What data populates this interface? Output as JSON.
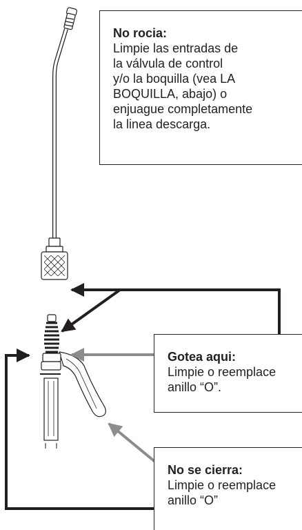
{
  "callouts": {
    "no_rocia": {
      "heading": "No rocia:",
      "lines": [
        "Limpie las entradas de",
        "la válvula de control",
        "y/o la boquilla (vea LA",
        "BOQUILLA, abajo) o",
        "enjuague completamente",
        "la linea descarga."
      ]
    },
    "gotea": {
      "heading": "Gotea aqui:",
      "lines": [
        "Limpie o reemplace",
        "anillo “O”."
      ]
    },
    "no_cierra": {
      "heading": "No se cierra:",
      "lines": [
        "Limpie o reemplace",
        "anillo “O”"
      ]
    }
  },
  "colors": {
    "ink": "#231f20",
    "gray_arrow": "#8c8c8c",
    "part_fill": "#ffffff"
  }
}
